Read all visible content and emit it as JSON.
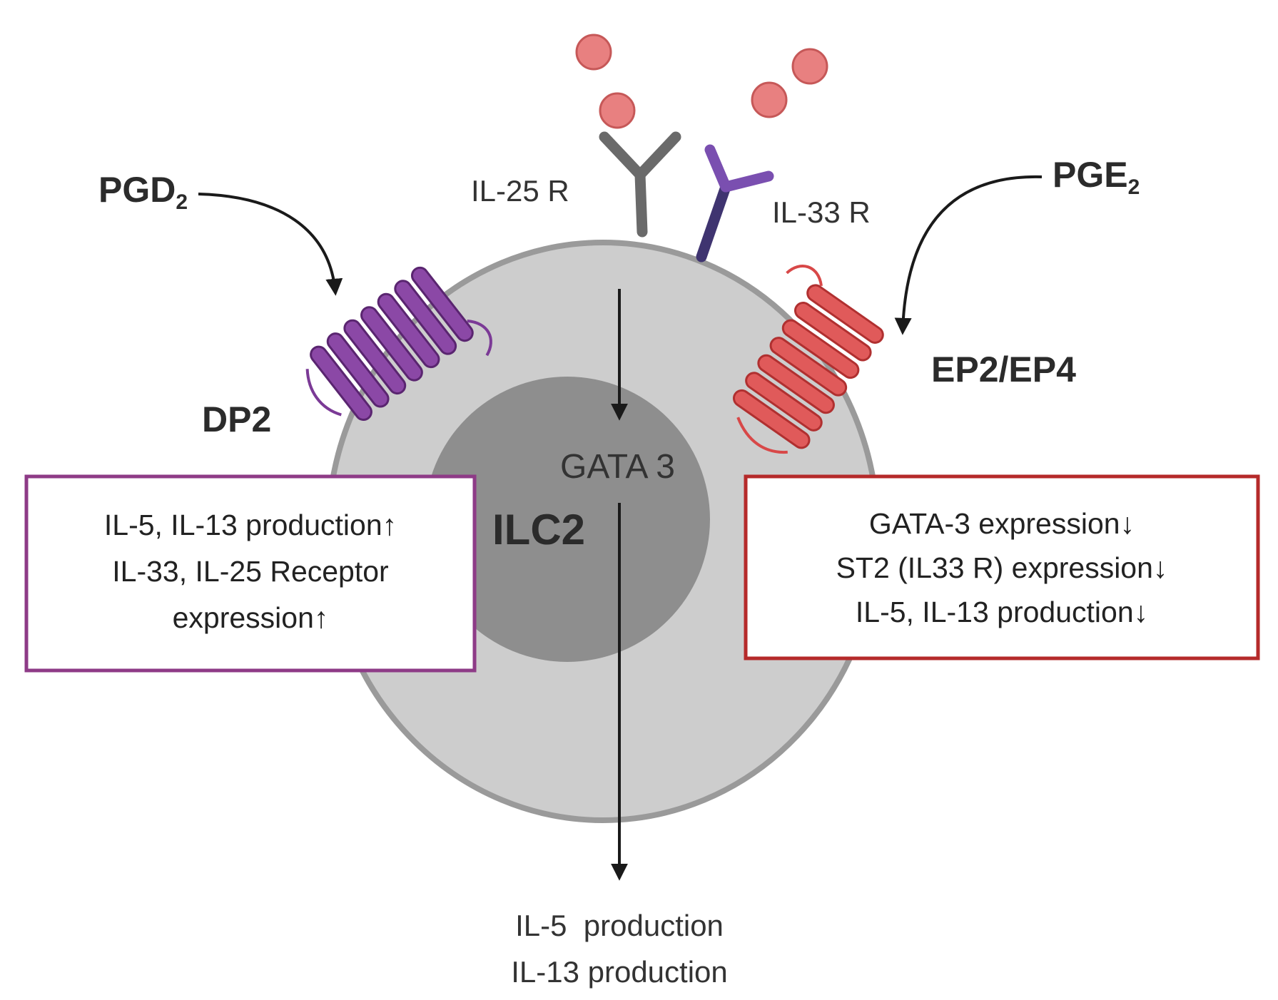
{
  "cell": {
    "name": "ILC2",
    "nucleus_label": "GATA 3",
    "membrane_color": "#9a9a9a",
    "cytoplasm_color": "#cdcdcd",
    "nucleus_color": "#8e8e8e"
  },
  "ligands": {
    "pgd2": {
      "base": "PGD",
      "sub": "2"
    },
    "pge2": {
      "base": "PGE",
      "sub": "2"
    },
    "cytokine_color": "#e88080"
  },
  "receptors": {
    "dp2": {
      "label": "DP2",
      "color": "#7b3a96"
    },
    "ep2_ep4": {
      "label": "EP2/EP4",
      "color": "#d84848"
    },
    "il25r": {
      "label": "IL-25 R",
      "color": "#6a6a6a"
    },
    "il33r": {
      "label": "IL-33 R",
      "color": "#7a4fb0"
    }
  },
  "left_box": {
    "border_color": "#8e3b87",
    "lines": [
      "IL-5, IL-13 production↑",
      "IL-33, IL-25 Receptor",
      "expression↑"
    ]
  },
  "right_box": {
    "border_color": "#b52a2a",
    "lines": [
      "GATA-3 expression↓",
      "ST2 (IL33 R) expression↓",
      "IL-5, IL-13 production↓"
    ]
  },
  "output": {
    "lines": [
      "IL-5  production",
      "IL-13 production"
    ]
  }
}
